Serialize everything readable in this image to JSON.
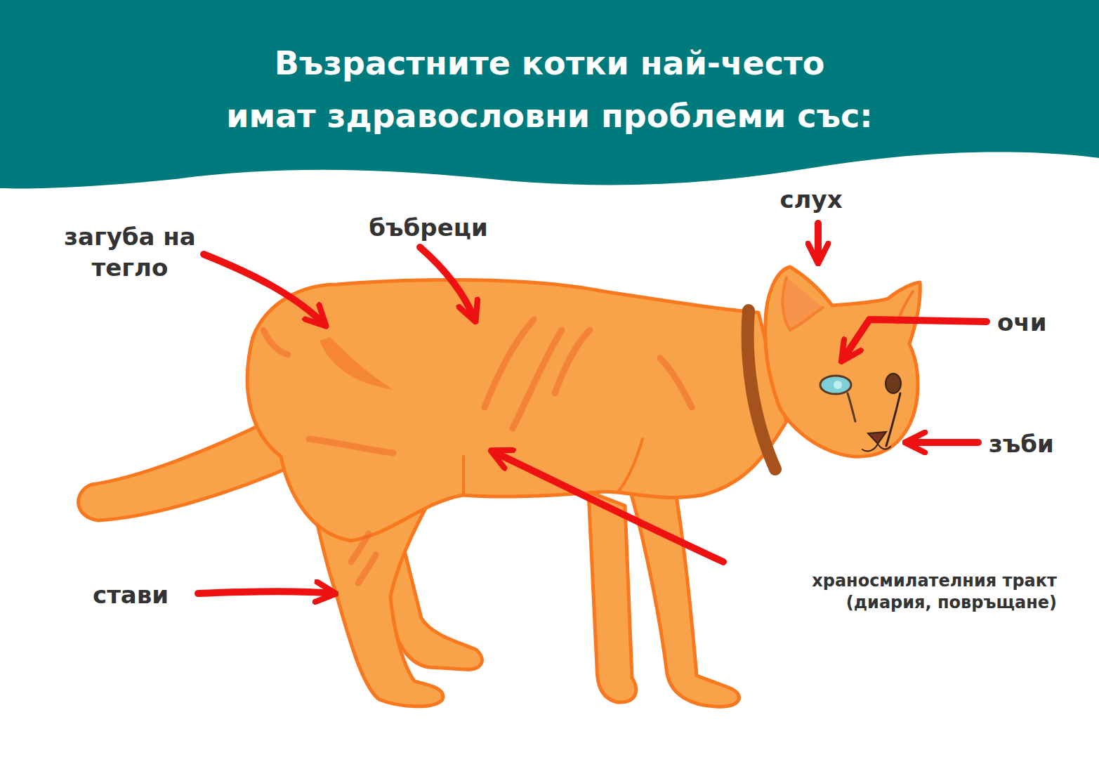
{
  "diagram": {
    "title": "Възрастните котки най-често имат здравословни проблеми със:",
    "labels": [
      "слух",
      "загуба на тегло",
      "бъбреци",
      "очи",
      "зъби",
      "стави",
      "храносмилателния тракт (диария, повръщане)"
    ]
  }
}
